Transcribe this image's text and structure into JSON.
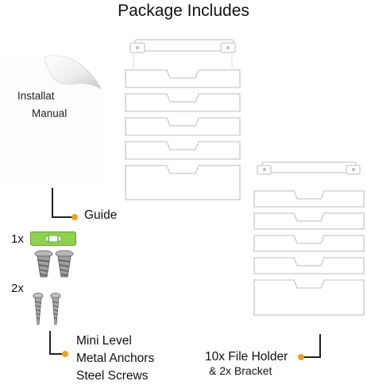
{
  "title": "Package Includes",
  "manual": {
    "line1": "Installat",
    "line2": "Manual"
  },
  "guide_label": "Guide",
  "level_count": "1x",
  "screws_count": "2x",
  "hardware_labels": [
    "Mini Level",
    "Metal Anchors",
    "Steel Screws"
  ],
  "holder_label_line1": "10x File Holder",
  "holder_label_line2": "& 2x Bracket",
  "colors": {
    "accent_dot": "#f0a01e",
    "level_green": "#8fd14f",
    "holder": "#ffffff",
    "holder_edge": "#c9c9c9"
  }
}
